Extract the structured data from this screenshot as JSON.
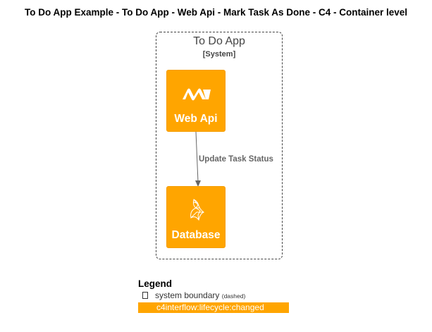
{
  "title": "To Do App Example - To Do App - Web Api - Mark Task As Done - C4 - Container level",
  "boundary": {
    "name": "To Do App",
    "type": "[System]"
  },
  "nodes": {
    "web_api": {
      "label": "Web Api",
      "icon": "dotnet-icon"
    },
    "database": {
      "label": "Database",
      "icon": "sql-server-icon"
    }
  },
  "relationship": {
    "label": "Update Task Status"
  },
  "legend": {
    "title": "Legend",
    "items": [
      {
        "label": "system boundary",
        "note": "(dashed)"
      },
      {
        "label": "c4interflow:lifecycle:changed"
      }
    ]
  },
  "colors": {
    "node_fill": "#FFA500",
    "line": "#666666",
    "boundary": "#444444"
  }
}
